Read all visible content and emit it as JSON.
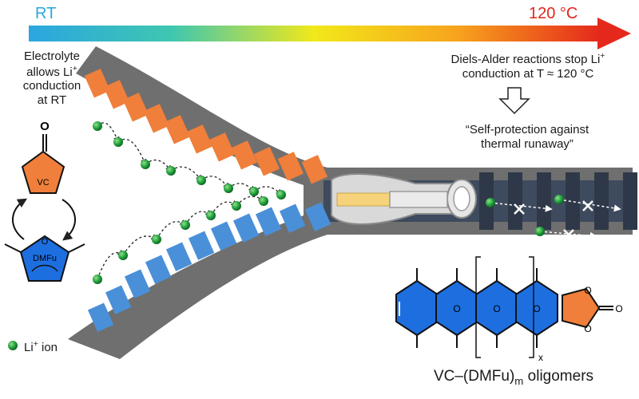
{
  "temperature_axis": {
    "start_label": "RT",
    "end_label": "120 °C",
    "colors": [
      "#2ba6e0",
      "#3fc7b0",
      "#f2e81a",
      "#f7a31d",
      "#e5281c"
    ]
  },
  "notes": {
    "left_line1": "Electrolyte",
    "left_line2_pre": "allows Li",
    "left_line2_sup": "+",
    "left_line3": "conduction",
    "left_line4": "at RT",
    "right_line1_pre": "Diels-Alder reactions stop Li",
    "right_line1_sup": "+",
    "right_line2": "conduction at T ≈ 120 °C",
    "quote_line1": "“Self-protection against",
    "quote_line2": "thermal runaway”"
  },
  "molecules": {
    "vc_label": "VC",
    "dmfu_label": "DMFu",
    "ring_o": "O",
    "carbonyl_o": "O",
    "repeat_index": "x"
  },
  "legend": {
    "li_pre": "Li",
    "li_sup": "+",
    "li_post": " ion"
  },
  "product": {
    "name_pre": "VC–(DMFu)",
    "name_sub": "m",
    "name_post": " oligomers"
  },
  "colors": {
    "orange": "#ef7f3a",
    "blue": "#4a90d9",
    "zipper_gray": "#6f6f6f",
    "tooth_dark": "#3e4a5e",
    "li_green": "#1e9e3a",
    "hex_blue": "#1d6fe0"
  }
}
